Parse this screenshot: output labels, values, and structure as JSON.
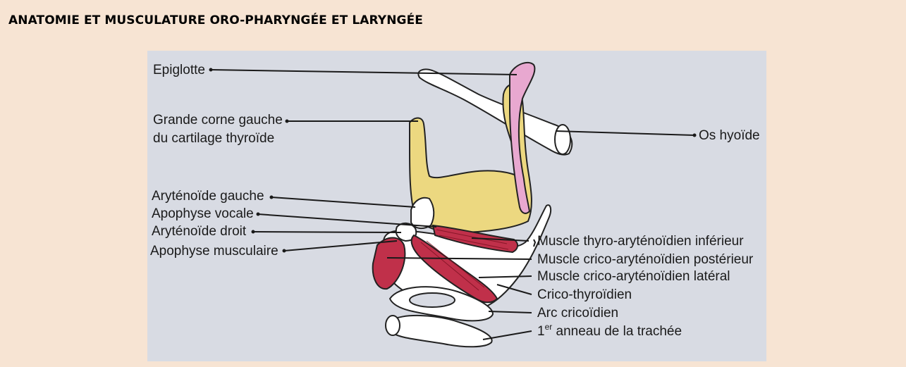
{
  "page": {
    "title": "ANATOMIE ET MUSCULATURE ORO-PHARYNGÉE ET LARYNGÉE"
  },
  "figure": {
    "labels": {
      "epiglotte": "Epiglotte",
      "grande_corne_line1": "Grande corne gauche",
      "grande_corne_line2": "du cartilage thyroïde",
      "os_hyoide": "Os hyoïde",
      "arytenoide_gauche": "Aryténoïde gauche",
      "apophyse_vocale": "Apophyse vocale",
      "arytenoide_droit": "Aryténoïde droit",
      "apophyse_musculaire": "Apophyse musculaire",
      "thyro_arytenoidien": "Muscle thyro-aryténoïdien inférieur",
      "crico_posterieur": "Muscle crico-aryténoïdien postérieur",
      "crico_lateral": "Muscle crico-aryténoïdien latéral",
      "crico_thyroidien": "Crico-thyroïdien",
      "arc_cricoidien": "Arc cricoïdien",
      "trachee_num": "1",
      "trachee_sup": "er",
      "trachee_rest": " anneau de la trachée"
    },
    "colors": {
      "background": "#f7e4d3",
      "figure_bg": "#d8dbe3",
      "cartilage": "#ecd880",
      "epiglottis": "#e8a8d0",
      "muscle": "#c0304a",
      "bone": "#ffffff"
    }
  }
}
